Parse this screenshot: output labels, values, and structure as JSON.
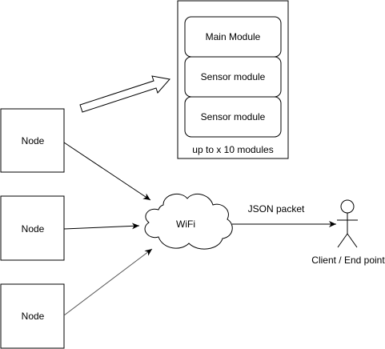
{
  "nodes": [
    {
      "label": "Node"
    },
    {
      "label": "Node"
    },
    {
      "label": "Node"
    }
  ],
  "wifi": {
    "label": "WiFi"
  },
  "modules_panel": {
    "modules": [
      {
        "label": "Main Module"
      },
      {
        "label": "Sensor module"
      },
      {
        "label": "Sensor module"
      }
    ],
    "caption": "up to x 10 modules"
  },
  "packet_edge": {
    "label": "JSON packet"
  },
  "client": {
    "label": "Client / End point"
  }
}
